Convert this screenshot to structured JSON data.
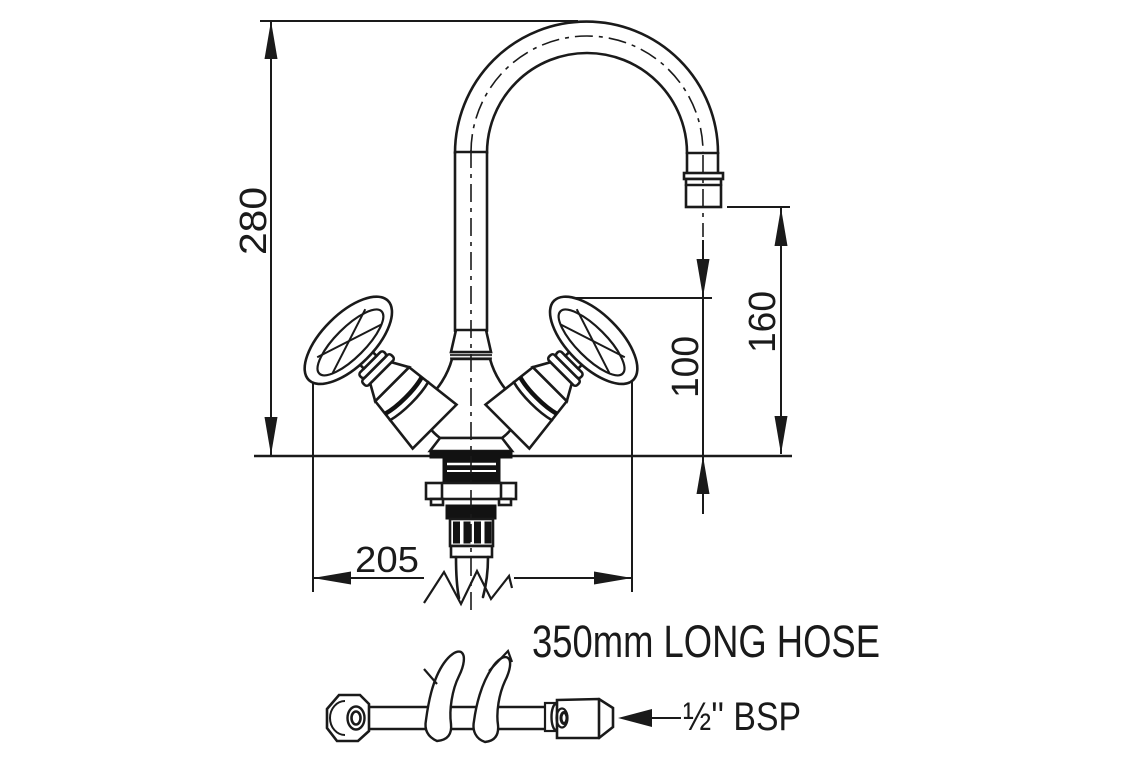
{
  "canvas": {
    "background": "#ffffff",
    "line_color": "#1a1a1a"
  },
  "dimension_labels": {
    "overall_height": "280",
    "spout_outlet_height": "160",
    "handle_height": "100",
    "inlet_spread": "205"
  },
  "annotations": {
    "hose_length_note": "350mm LONG HOSE",
    "thread_note": "½'' BSP"
  }
}
